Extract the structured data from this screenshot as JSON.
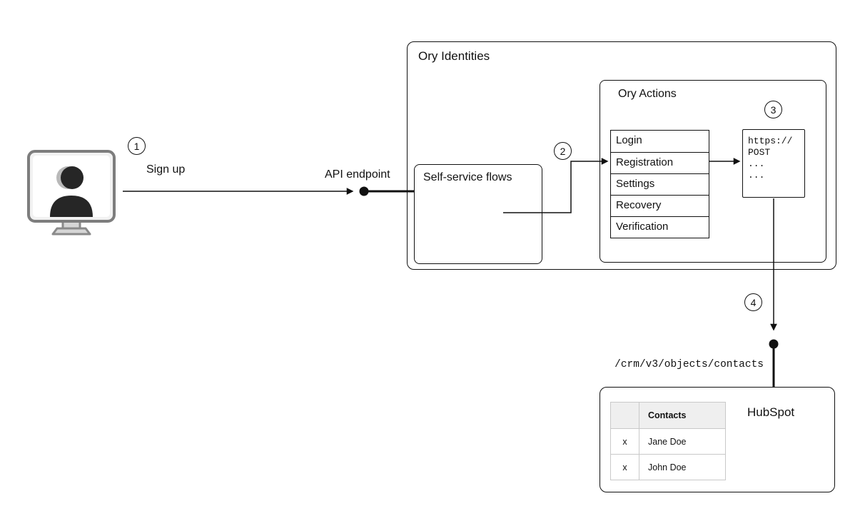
{
  "steps": [
    "1",
    "2",
    "3",
    "4"
  ],
  "labels": {
    "sign_up": "Sign up",
    "api_endpoint": "API endpoint",
    "crm_path": "/crm/v3/objects/contacts"
  },
  "ory_identities": {
    "title": "Ory Identities",
    "self_service_flows": {
      "title": "Self-service flows"
    },
    "ory_actions": {
      "title": "Ory Actions",
      "flows": [
        "Login",
        "Registration",
        "Settings",
        "Recovery",
        "Verification"
      ],
      "webhook": {
        "lines": [
          "https://",
          "POST",
          "...",
          "..."
        ]
      }
    }
  },
  "hubspot": {
    "title": "HubSpot",
    "contacts_table": {
      "header": "Contacts",
      "rows": [
        {
          "mark": "x",
          "name": "Jane Doe"
        },
        {
          "mark": "x",
          "name": "John Doe"
        }
      ]
    }
  },
  "icons": {
    "user_device": "monitor-with-user-silhouette",
    "api_endpoint_marker": "filled-circle",
    "hubspot_endpoint_marker": "filled-circle",
    "arrowhead": "filled-triangle"
  },
  "colors": {
    "line": "#111111",
    "box_border": "#111111",
    "background": "#ffffff",
    "table_header_bg": "#efefef",
    "table_border": "#c9c9c9",
    "icon_dark": "#262626",
    "icon_gray": "#b9b9b9"
  }
}
